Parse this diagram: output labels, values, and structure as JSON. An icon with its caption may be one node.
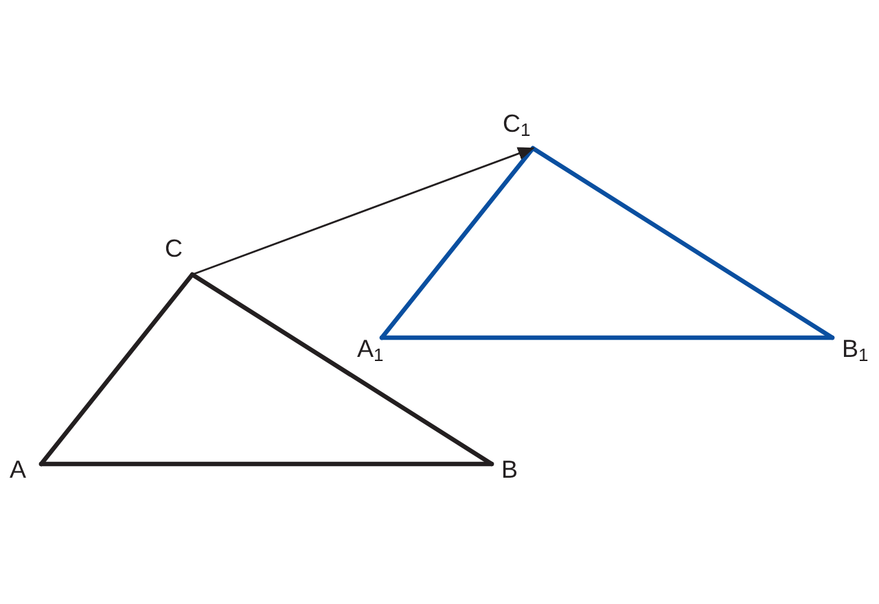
{
  "diagram": {
    "nodes": [
      {
        "text": [
          "A"
        ]
      },
      {
        "text": [
          "B"
        ]
      },
      {
        "text": [
          "C"
        ]
      },
      {
        "text": [
          "A$_{1}$"
        ]
      },
      {
        "text": [
          "B$_{1}$"
        ]
      },
      {
        "text": [
          "C$_{1}$"
        ]
      }
    ],
    "edges": [
      {
        "from": 0,
        "to": 1,
        "arrow": "none"
      },
      {
        "from": 1,
        "to": 2,
        "arrow": "none"
      },
      {
        "from": 2,
        "to": 0,
        "arrow": "none"
      },
      {
        "from": 3,
        "to": 4,
        "arrow": "none",
        "color": "#0a4fa0"
      },
      {
        "from": 4,
        "to": 5,
        "arrow": "none",
        "color": "#0a4fa0"
      },
      {
        "from": 5,
        "to": 3,
        "arrow": "none",
        "color": "#0a4fa0"
      },
      {
        "from": 2,
        "to": 5,
        "arrow": "to"
      }
    ]
  }
}
